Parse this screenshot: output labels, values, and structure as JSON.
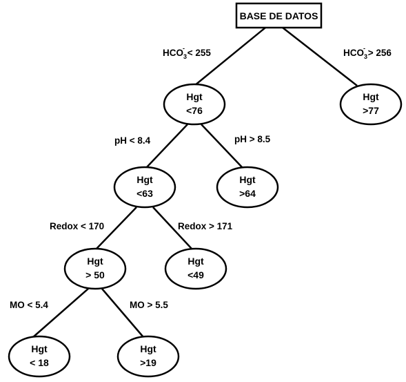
{
  "root": {
    "label": "BASE DE DATOS"
  },
  "nodes": {
    "n1": {
      "line1": "Hgt",
      "line2": "<76"
    },
    "n2": {
      "line1": "Hgt",
      "line2": ">77"
    },
    "n11": {
      "line1": "Hgt",
      "line2": "<63"
    },
    "n12": {
      "line1": "Hgt",
      "line2": ">64"
    },
    "n111": {
      "line1": "Hgt",
      "line2": "> 50"
    },
    "n112": {
      "line1": "Hgt",
      "line2": "<49"
    },
    "n1111": {
      "line1": "Hgt",
      "line2": "< 18"
    },
    "n1112": {
      "line1": "Hgt",
      "line2": ">19"
    }
  },
  "edges": {
    "hco3_low": {
      "species": "HCO",
      "sub": "3",
      "sup": "-",
      "condition": " < 255"
    },
    "hco3_high": {
      "species": "HCO",
      "sub": "3",
      "sup": "-",
      "condition": " > 256"
    },
    "ph_low": {
      "label": "pH < 8.4"
    },
    "ph_high": {
      "label": "pH > 8.5"
    },
    "redox_low": {
      "label": "Redox < 170"
    },
    "redox_high": {
      "label": "Redox > 171"
    },
    "mo_low": {
      "label": "MO < 5.4"
    },
    "mo_high": {
      "label": "MO > 5.5"
    }
  }
}
